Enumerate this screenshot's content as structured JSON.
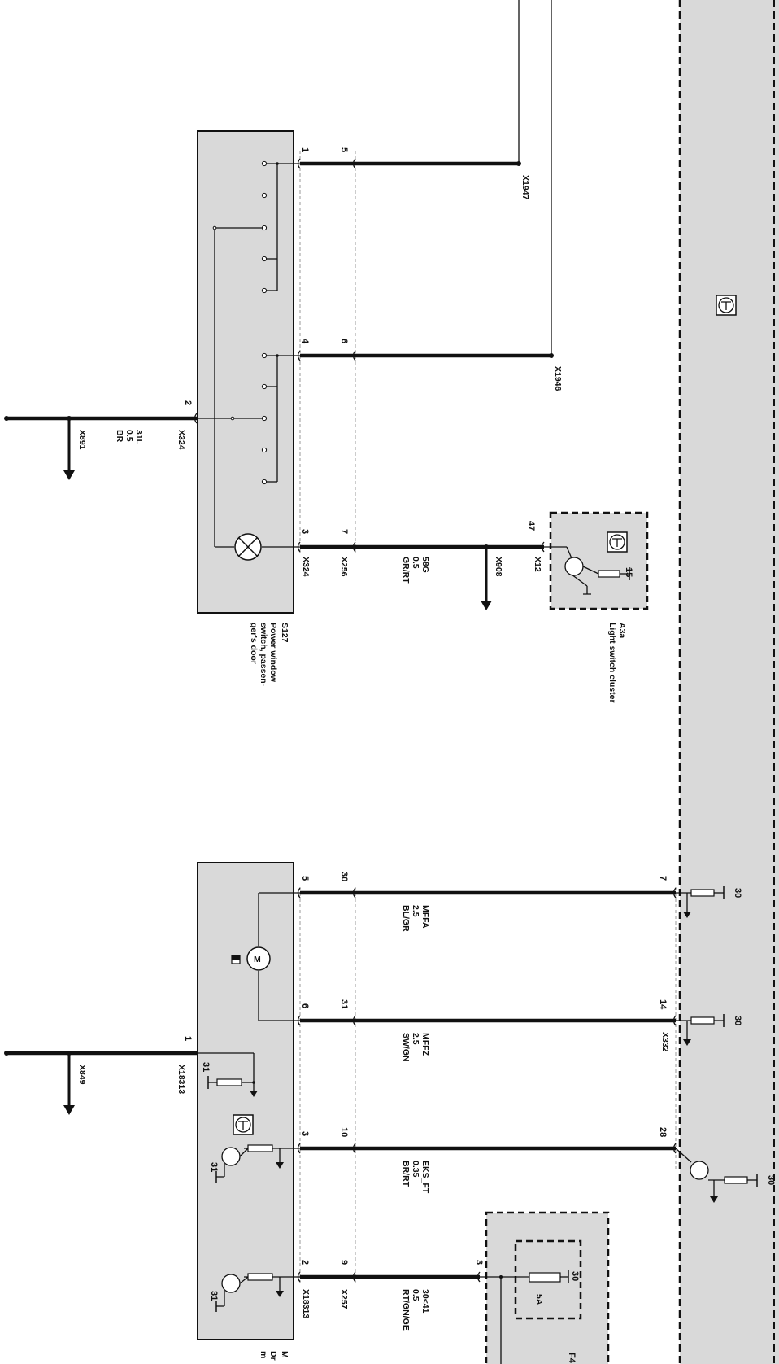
{
  "labels": {
    "x1947": "X1947",
    "x1946": "X1946",
    "s127_ref": "S127",
    "s127_l1": "Power window",
    "s127_l2": "switch, passen-",
    "s127_l3": "ger's door",
    "a3a_ref": "A3a",
    "a3a_desc": "Light switch cluster",
    "x891": "X891",
    "x849": "X849",
    "x324_a": "X324",
    "x324_b": "X324",
    "x256": "X256",
    "x908": "X908",
    "x12": "X12",
    "x332": "X332",
    "x18313_a": "X18313",
    "x18313_b": "X18313",
    "x257": "X257",
    "ground_sig": "31L",
    "ground_cs": "0.5",
    "ground_col": "BR",
    "w58g_sig": "58G",
    "w58g_cs": "0.5",
    "w58g_col": "GR/RT",
    "mffa_sig": "MFFA",
    "mffa_cs": "2.5",
    "mffa_col": "BL/GR",
    "mffz_sig": "MFFZ",
    "mffz_cs": "2.5",
    "mffz_col": "SW/GN",
    "eks_sig": "EKS_FT",
    "eks_cs": "0.35",
    "eks_col": "BR/RT",
    "w3041_sig": "30<41",
    "w3041_cs": "0.5",
    "w3041_col": "RT/GN/GE",
    "fuse_rating": "5A",
    "fuse_ref": "F4",
    "m_ref": "M",
    "m_l1": "Dr",
    "m_l2": "m"
  },
  "pins": {
    "s_p1": "1",
    "s_p5": "5",
    "s_p4": "4",
    "s_p6": "6",
    "s_p2": "2",
    "s_p3": "3",
    "s_p7": "7",
    "a_p47": "47",
    "a_p15": "15",
    "m_p5": "5",
    "m_p30": "30",
    "m_p6": "6",
    "m_p31": "31",
    "m_p1": "1",
    "m_p3": "3",
    "m_p10": "10",
    "m_p2": "2",
    "m_p9": "9",
    "c_p7": "7",
    "c_p14": "14",
    "c_p28": "28",
    "k30_a": "30",
    "k30_b": "30",
    "k30_c": "30",
    "g31_a": "31",
    "g31_b": "31",
    "g31_c": "31",
    "f_p3": "3",
    "f_p30": "30"
  },
  "colors": {
    "module_fill": "#d9d9d9",
    "wire": "#111111",
    "background": "#ffffff"
  },
  "icons": [
    "ground-arrow-icon",
    "lamp-icon",
    "motor-icon",
    "control-unit-icon",
    "transistor-icon",
    "resistor-icon"
  ]
}
